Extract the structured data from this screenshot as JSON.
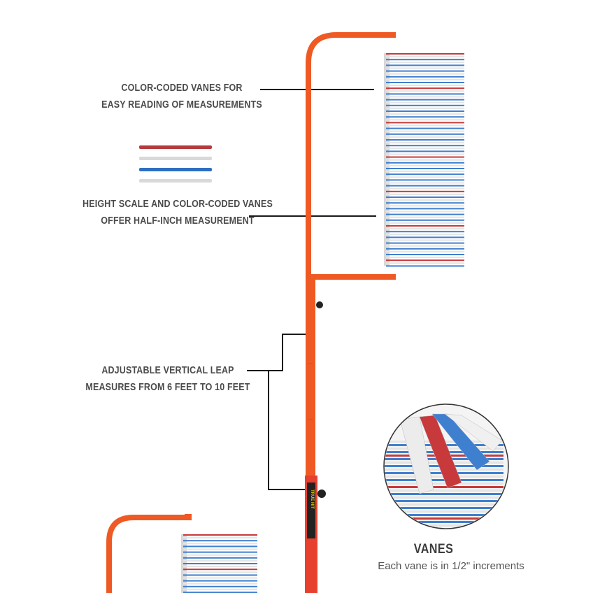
{
  "callouts": {
    "color_coded": {
      "line1": "COLOR-CODED VANES FOR",
      "line2": "EASY READING OF MEASUREMENTS"
    },
    "height_scale": {
      "line1": "HEIGHT SCALE AND COLOR-CODED VANES",
      "line2": "OFFER HALF-INCH MEASUREMENT"
    },
    "adjustable": {
      "line1": "ADJUSTABLE VERTICAL LEAP",
      "line2": "MEASURES FROM 6 FEET TO 10 FEET"
    }
  },
  "vanes_detail": {
    "title": "VANES",
    "subtitle": "Each vane is in 1/2\" increments"
  },
  "colors": {
    "frame": "#ef5a24",
    "pole_lower": "#e8402f",
    "vane_red": "#c8393c",
    "vane_blue": "#3f7fcf",
    "vane_white": "#e4e4e4",
    "callout_line": "#1a1a1a"
  }
}
